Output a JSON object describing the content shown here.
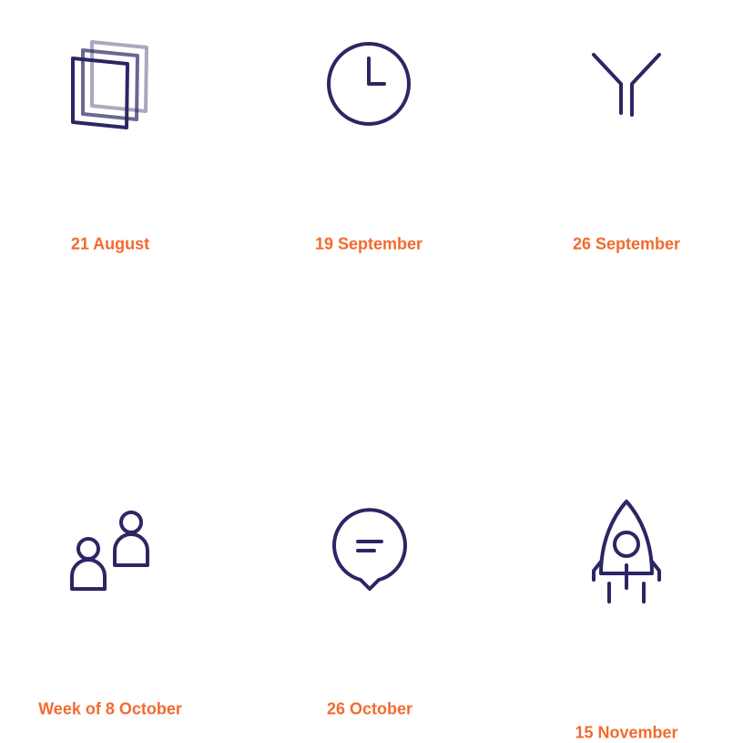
{
  "colors": {
    "icon": "#2b2664",
    "label": "#f26a2e"
  },
  "milestones": [
    {
      "icon": "layers-icon",
      "label": "21 August"
    },
    {
      "icon": "clock-icon",
      "label": "19 September"
    },
    {
      "icon": "fork-icon",
      "label": "26 September"
    },
    {
      "icon": "people-icon",
      "label": "Week of 8 October"
    },
    {
      "icon": "chat-bubble-icon",
      "label": "26 October"
    },
    {
      "icon": "rocket-icon",
      "label": "15 November"
    }
  ]
}
